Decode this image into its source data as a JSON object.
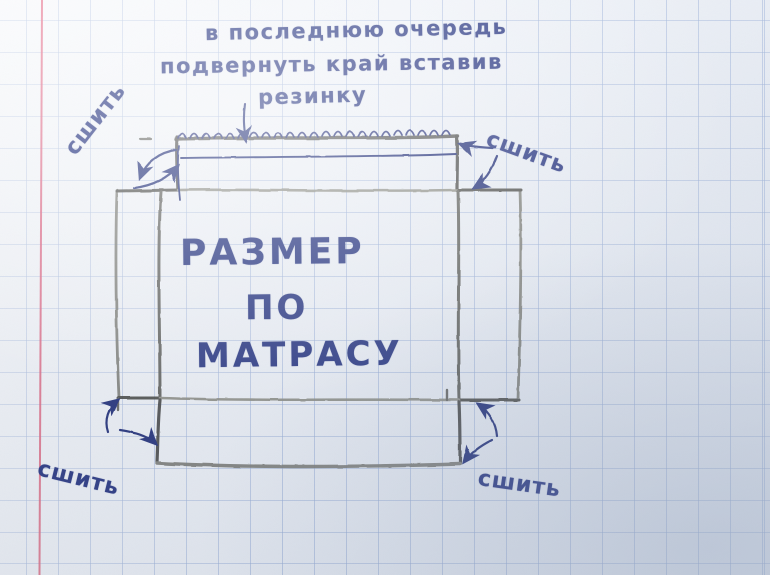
{
  "sheet": {
    "medium": "blue ballpoint pen and pencil on graph paper",
    "paper_color": "#f2f5fa",
    "grid_color": "#7896cd",
    "margin_line_color": "#e05c7b",
    "ink_color": "#22307e",
    "pencil_color": "#6b6b66"
  },
  "title": {
    "line1": "в последнюю очередь",
    "line2": "подвернуть край вставив",
    "line3": "резинку"
  },
  "center": {
    "line1": "РАЗМЕР",
    "line2": "ПО",
    "line3": "МАТРАСУ"
  },
  "corners": {
    "top_left": "сшить",
    "top_right": "сшить",
    "bottom_left": "сшить",
    "bottom_right": "сшить"
  },
  "annotations": {
    "elastic_arrow": "arrow pointing down to hemmed top edge",
    "hatching": "stitch hatch marks along top edge",
    "corner_arrows": "double-headed arrows joining the two cut edges at each corner"
  }
}
